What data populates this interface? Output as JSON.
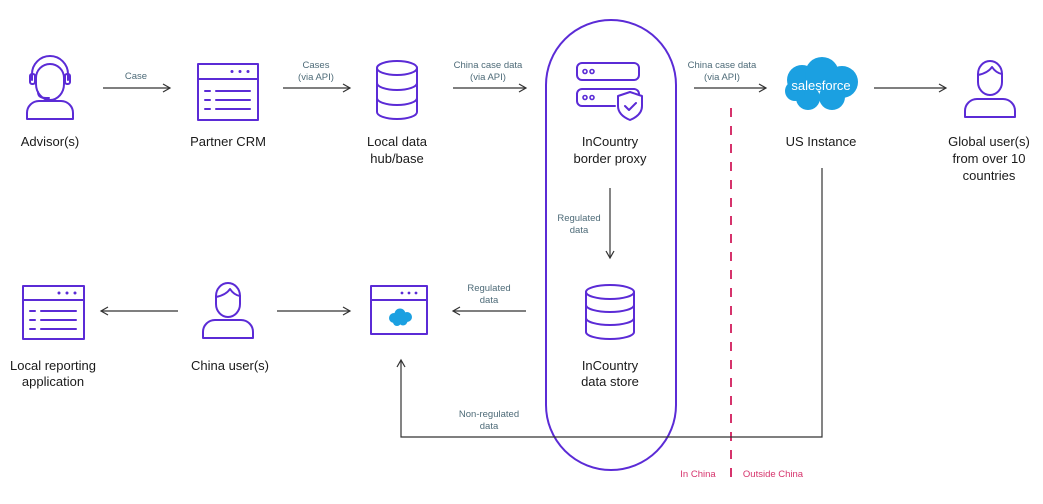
{
  "nodes": {
    "advisor": [
      "Advisor(s)"
    ],
    "partner_crm": [
      "Partner CRM"
    ],
    "local_hub": [
      "Local data",
      "hub/base"
    ],
    "border_proxy": [
      "InCountry",
      "border proxy"
    ],
    "us_instance": [
      "US Instance"
    ],
    "global_users": [
      "Global user(s)",
      "from over 10",
      "countries"
    ],
    "data_store": [
      "InCountry",
      "data store"
    ],
    "china_users": [
      "China user(s)"
    ],
    "local_reporting": [
      "Local reporting",
      "application"
    ]
  },
  "edges": {
    "case": [
      "Case"
    ],
    "cases_api": [
      "Cases",
      "(via API)"
    ],
    "china_case_1": [
      "China case data",
      "(via API)"
    ],
    "china_case_2": [
      "China case data",
      "(via API)"
    ],
    "regulated_down": [
      "Regulated",
      "data"
    ],
    "regulated_left": [
      "Regulated",
      "data"
    ],
    "non_regulated": [
      "Non-regulated",
      "data"
    ]
  },
  "salesforce_logo": "salesforce",
  "border": {
    "in": "In China",
    "out": "Outside China"
  },
  "colors": {
    "accent": "#5b2bd6",
    "border": "#d6336c",
    "salesforce": "#1ba0e1"
  }
}
